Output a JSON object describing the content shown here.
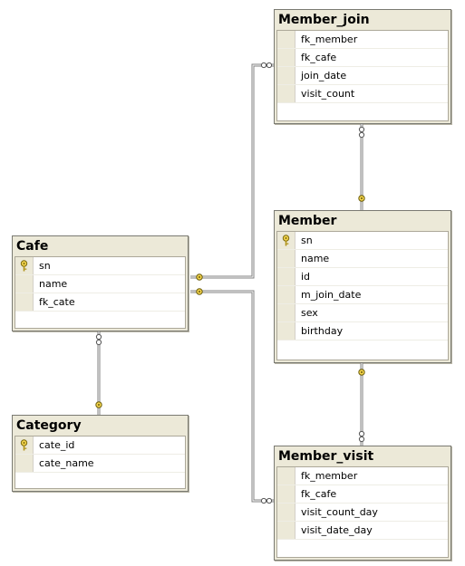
{
  "tables": {
    "member_join": {
      "title": "Member_join",
      "columns": [
        {
          "name": "fk_member",
          "key": false
        },
        {
          "name": "fk_cafe",
          "key": false
        },
        {
          "name": "join_date",
          "key": false
        },
        {
          "name": "visit_count",
          "key": false
        }
      ]
    },
    "member": {
      "title": "Member",
      "columns": [
        {
          "name": "sn",
          "key": true
        },
        {
          "name": "name",
          "key": false
        },
        {
          "name": "id",
          "key": false
        },
        {
          "name": "m_join_date",
          "key": false
        },
        {
          "name": "sex",
          "key": false
        },
        {
          "name": "birthday",
          "key": false
        }
      ]
    },
    "cafe": {
      "title": "Cafe",
      "columns": [
        {
          "name": "sn",
          "key": true
        },
        {
          "name": "name",
          "key": false
        },
        {
          "name": "fk_cate",
          "key": false
        }
      ]
    },
    "category": {
      "title": "Category",
      "columns": [
        {
          "name": "cate_id",
          "key": true
        },
        {
          "name": "cate_name",
          "key": false
        }
      ]
    },
    "member_visit": {
      "title": "Member_visit",
      "columns": [
        {
          "name": "fk_member",
          "key": false
        },
        {
          "name": "fk_cafe",
          "key": false
        },
        {
          "name": "visit_count_day",
          "key": false
        },
        {
          "name": "visit_date_day",
          "key": false
        }
      ]
    }
  },
  "relationships": [
    {
      "from": "cafe",
      "to": "member_join"
    },
    {
      "from": "cafe",
      "to": "member_visit"
    },
    {
      "from": "member",
      "to": "member_join"
    },
    {
      "from": "member",
      "to": "member_visit"
    },
    {
      "from": "category",
      "to": "cafe"
    }
  ],
  "colors": {
    "key_icon": "#f2d24a",
    "line": "#808080"
  }
}
